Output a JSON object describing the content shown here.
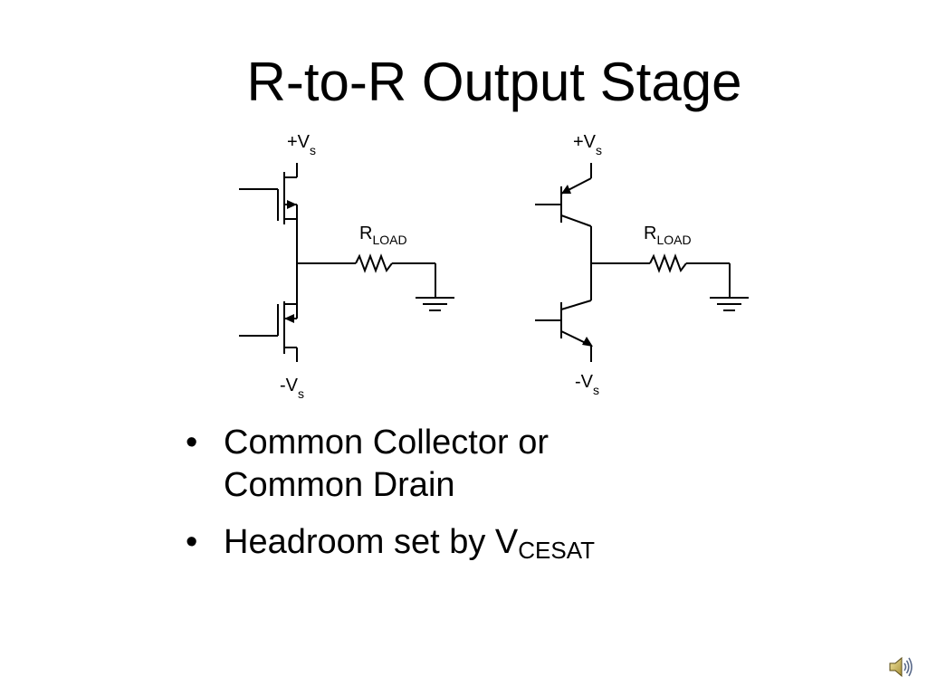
{
  "slide": {
    "title": "R-to-R Output Stage",
    "bullets": [
      {
        "text": "Common Collector or Common Drain",
        "subscript": ""
      },
      {
        "text": "Headroom set by V",
        "subscript": "CESAT"
      }
    ]
  },
  "diagram": {
    "left_circuit": {
      "device": "MOSFET",
      "top_supply": {
        "main": "+V",
        "sub": "s"
      },
      "bottom_supply": {
        "main": "-V",
        "sub": "s"
      },
      "load": {
        "main": "R",
        "sub": "LOAD"
      }
    },
    "right_circuit": {
      "device": "BJT",
      "top_supply": {
        "main": "+V",
        "sub": "s"
      },
      "bottom_supply": {
        "main": "-V",
        "sub": "s"
      },
      "load": {
        "main": "R",
        "sub": "LOAD"
      }
    }
  },
  "icons": {
    "audio": "speaker-icon"
  }
}
